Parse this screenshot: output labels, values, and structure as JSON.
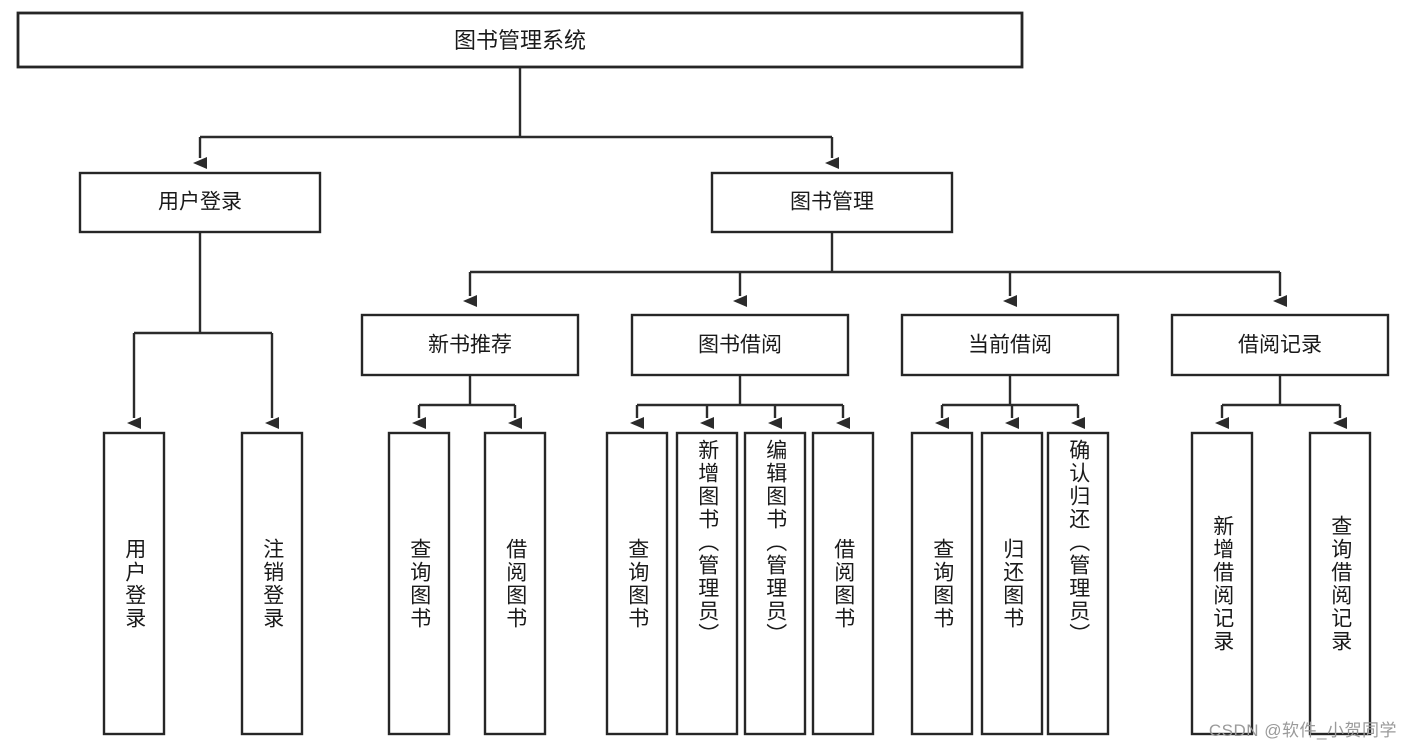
{
  "diagram": {
    "type": "tree-hierarchy",
    "title": "图书管理系统",
    "root": {
      "label": "图书管理系统"
    },
    "level2": [
      {
        "label": "用户登录"
      },
      {
        "label": "图书管理"
      }
    ],
    "level3": [
      {
        "label": "新书推荐"
      },
      {
        "label": "图书借阅"
      },
      {
        "label": "当前借阅"
      },
      {
        "label": "借阅记录"
      }
    ],
    "leaves": {
      "user_login": [
        {
          "label": "用户登录"
        },
        {
          "label": "注销登录"
        }
      ],
      "new_book": [
        {
          "label": "查询图书"
        },
        {
          "label": "借阅图书"
        }
      ],
      "book_borrow": [
        {
          "label": "查询图书"
        },
        {
          "label": "新增图书（管理员）"
        },
        {
          "label": "编辑图书（管理员）"
        },
        {
          "label": "借阅图书"
        }
      ],
      "current_borrow": [
        {
          "label": "查询图书"
        },
        {
          "label": "归还图书"
        },
        {
          "label": "确认归还（管理员）"
        }
      ],
      "borrow_record": [
        {
          "label": "新增借阅记录"
        },
        {
          "label": "查询借阅记录"
        }
      ]
    }
  },
  "watermark": {
    "text": "CSDN @软件_小贺同学"
  },
  "colors": {
    "box_stroke": "#262626",
    "connector": "#2b2b2b",
    "text": "#1a1a1a",
    "background": "#ffffff",
    "watermark": "#9a9a9a"
  }
}
